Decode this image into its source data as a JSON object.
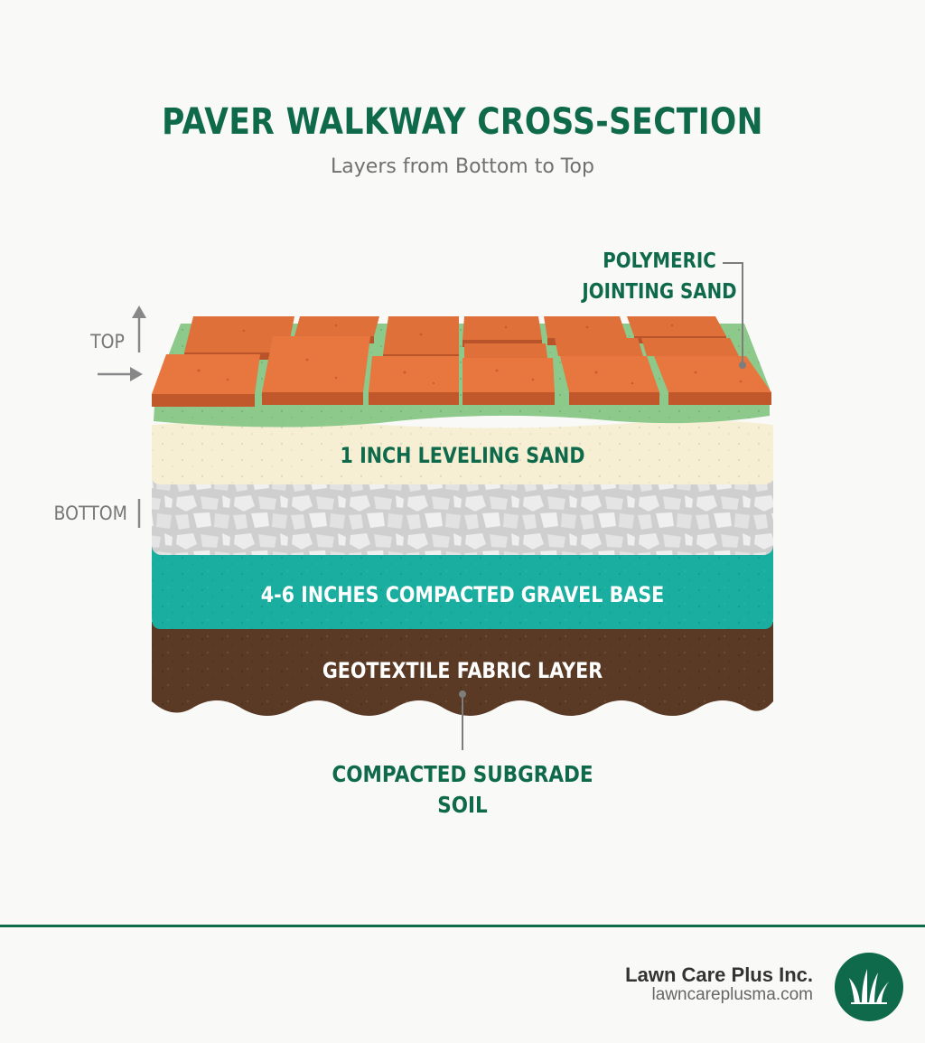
{
  "header": {
    "title": "PAVER WALKWAY CROSS-SECTION",
    "subtitle": "Layers from Bottom to Top"
  },
  "indicators": {
    "top": "TOP",
    "bottom": "BOTTOM"
  },
  "layers": {
    "polymeric_jointing_sand": "POLYMERIC JOINTING SAND",
    "leveling_sand": "1 INCH LEVELING SAND",
    "gravel_base": "4-6 INCHES COMPACTED GRAVEL BASE",
    "geotextile_fabric": "GEOTEXTILE FABRIC LAYER",
    "subgrade_soil": "COMPACTED SUBGRADE SOIL"
  },
  "footer": {
    "company": "Lawn Care Plus Inc.",
    "website": "lawncareplusma.com"
  },
  "colors": {
    "brand_green": "#0f6a4c",
    "paver": "#e0703a",
    "jointing_sand": "#8cc98a",
    "leveling_sand": "#f6efd4",
    "gravel": "#d6d6d6",
    "fabric": "#1aaea0",
    "soil": "#5a3a25"
  },
  "icons": {
    "logo": "grass-icon"
  }
}
